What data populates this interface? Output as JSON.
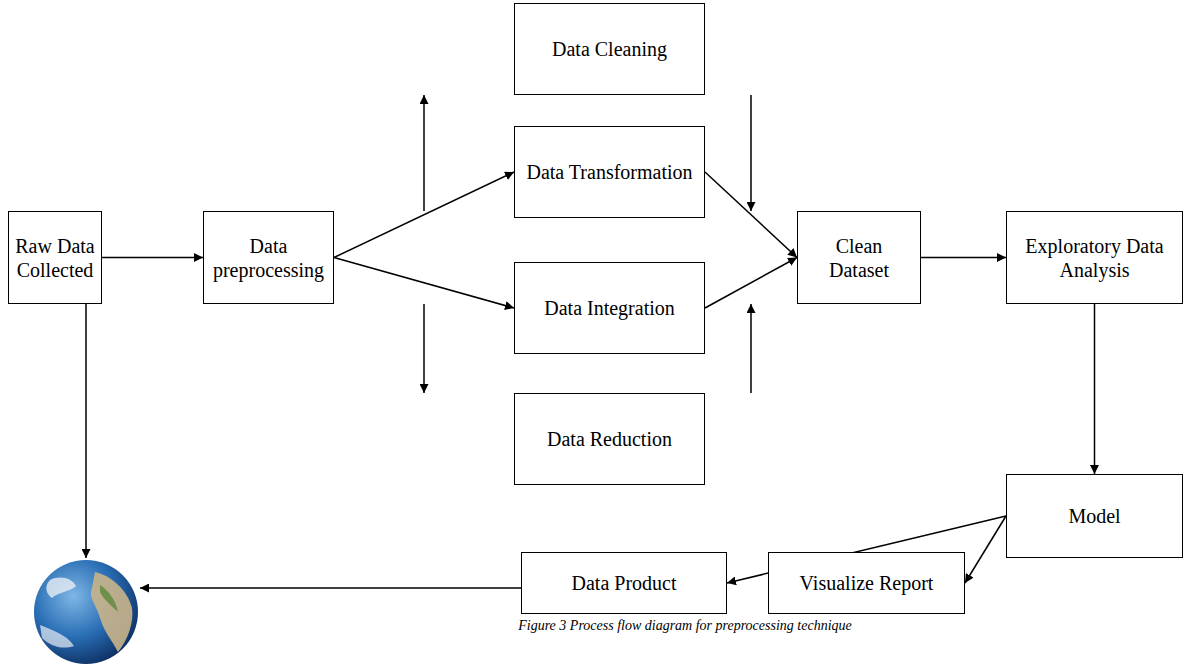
{
  "diagram": {
    "caption": "Figure 3 Process flow diagram for preprocessing technique",
    "nodes": [
      {
        "text": [
          "Raw Data Collected"
        ]
      },
      {
        "text": [
          "Data preprocessing"
        ]
      },
      {
        "text": [
          "Data Cleaning"
        ]
      },
      {
        "text": [
          "Data Transformation"
        ]
      },
      {
        "text": [
          "Data Integration"
        ]
      },
      {
        "text": [
          "Data Reduction"
        ]
      },
      {
        "text": [
          "Clean Dataset"
        ]
      },
      {
        "text": [
          "Exploratory Data Analysis"
        ]
      },
      {
        "text": [
          "Model"
        ]
      },
      {
        "text": [
          "Data Product"
        ]
      },
      {
        "text": [
          "Visualize Report"
        ]
      }
    ],
    "edges": [
      {
        "from": 0,
        "to": 1,
        "arrow": "to"
      },
      {
        "from": 1,
        "to": 2,
        "arrow": "to"
      },
      {
        "from": 1,
        "to": 3,
        "arrow": "to"
      },
      {
        "from": 1,
        "to": 4,
        "arrow": "to"
      },
      {
        "from": 1,
        "to": 5,
        "arrow": "to"
      },
      {
        "from": 2,
        "to": 6,
        "arrow": "to"
      },
      {
        "from": 3,
        "to": 6,
        "arrow": "to"
      },
      {
        "from": 4,
        "to": 6,
        "arrow": "to"
      },
      {
        "from": 5,
        "to": 6,
        "arrow": "to"
      },
      {
        "from": 6,
        "to": 7,
        "arrow": "to"
      },
      {
        "from": 7,
        "to": 8,
        "arrow": "to"
      },
      {
        "from": 8,
        "to": 9,
        "arrow": "to"
      },
      {
        "from": 8,
        "to": 10,
        "arrow": "to"
      }
    ]
  }
}
